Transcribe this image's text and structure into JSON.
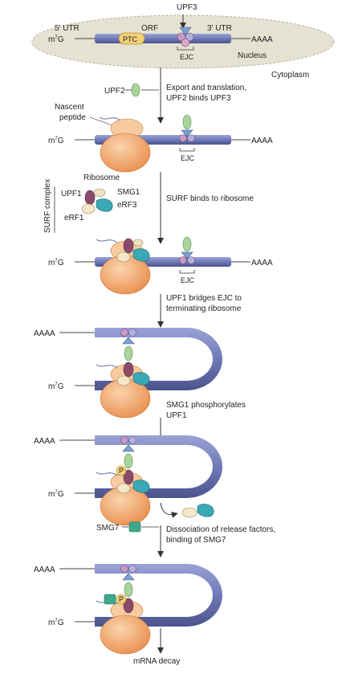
{
  "labels": {
    "utr5": "5′ UTR",
    "orf": "ORF",
    "upf3": "UPF3",
    "utr3": "3′ UTR",
    "m7g": "m",
    "m7g_sup": "7",
    "m7g_g": "G",
    "ptc": "PTC",
    "aaaa": "AAAA",
    "ejc": "EJC",
    "nucleus": "Nucleus",
    "cytoplasm": "Cytoplasm",
    "upf2": "UPF2",
    "nascent_peptide_1": "Nascent",
    "nascent_peptide_2": "peptide",
    "ribosome": "Ribosome",
    "surf_complex": "SURF complex",
    "upf1": "UPF1",
    "smg1": "SMG1",
    "erf3": "eRF3",
    "erf1": "eRF1",
    "smg7": "SMG7",
    "p": "P"
  },
  "steps": [
    {
      "line1": "Export and translation,",
      "line2": "UPF2 binds UPF3"
    },
    {
      "line1": "SURF binds to ribosome",
      "line2": ""
    },
    {
      "line1": "UPF1 bridges EJC to",
      "line2": "terminating ribosome"
    },
    {
      "line1": "SMG1 phosphorylates",
      "line2": "UPF1"
    },
    {
      "line1": "Dissociation of release factors,",
      "line2": "binding of SMG7"
    },
    {
      "line1": "mRNA decay",
      "line2": ""
    }
  ],
  "colors": {
    "mrna": "#7b86c2",
    "mrna_dark": "#4b548c",
    "ribosome": "#f2a66a",
    "ribosome_light": "#f8caa0",
    "upf2": "#a9d49b",
    "upf3": "#7f9fd3",
    "upf1": "#8c4a6a",
    "smg1": "#efe0c0",
    "erf3": "#3aa8b5",
    "erf1": "#f5e8c8",
    "ejc": "#c89ac8",
    "ptc": "#f3d07a",
    "smg7": "#3fa88a",
    "nucleus": "#e6e2d2"
  }
}
